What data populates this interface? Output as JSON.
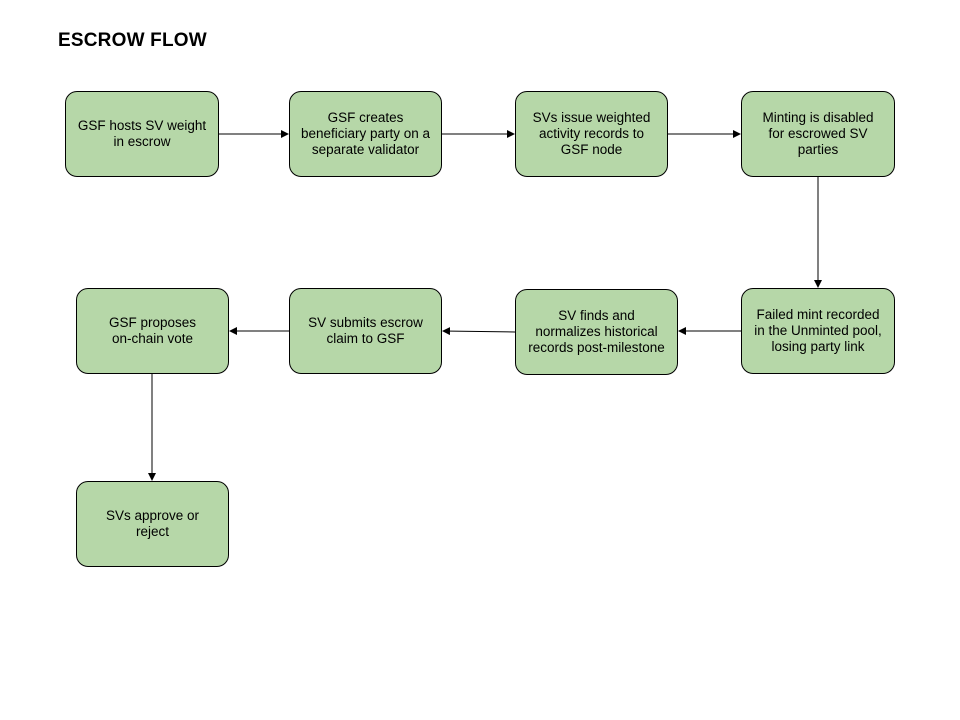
{
  "diagram": {
    "title": "ESCROW FLOW",
    "colors": {
      "node_fill": "#b6d7a8",
      "node_border": "#000000",
      "arrow": "#000000"
    },
    "nodes": [
      {
        "id": "n1",
        "label": "GSF hosts SV weight\nin escrow"
      },
      {
        "id": "n2",
        "label": "GSF creates\nbeneficiary party on a\nseparate validator"
      },
      {
        "id": "n3",
        "label": "SVs issue weighted\nactivity records to\nGSF node"
      },
      {
        "id": "n4",
        "label": "Minting is disabled\nfor escrowed SV\nparties"
      },
      {
        "id": "n5",
        "label": "Failed mint recorded\nin the Unminted pool,\nlosing party link"
      },
      {
        "id": "n6",
        "label": "SV finds and\nnormalizes historical\nrecords post-milestone"
      },
      {
        "id": "n7",
        "label": "SV submits escrow\nclaim to GSF"
      },
      {
        "id": "n8",
        "label": "GSF proposes\non-chain vote"
      },
      {
        "id": "n9",
        "label": "SVs approve or\nreject"
      }
    ],
    "edges": [
      {
        "from": "n1",
        "to": "n2"
      },
      {
        "from": "n2",
        "to": "n3"
      },
      {
        "from": "n3",
        "to": "n4"
      },
      {
        "from": "n4",
        "to": "n5"
      },
      {
        "from": "n5",
        "to": "n6"
      },
      {
        "from": "n6",
        "to": "n7"
      },
      {
        "from": "n7",
        "to": "n8"
      },
      {
        "from": "n8",
        "to": "n9"
      }
    ]
  }
}
